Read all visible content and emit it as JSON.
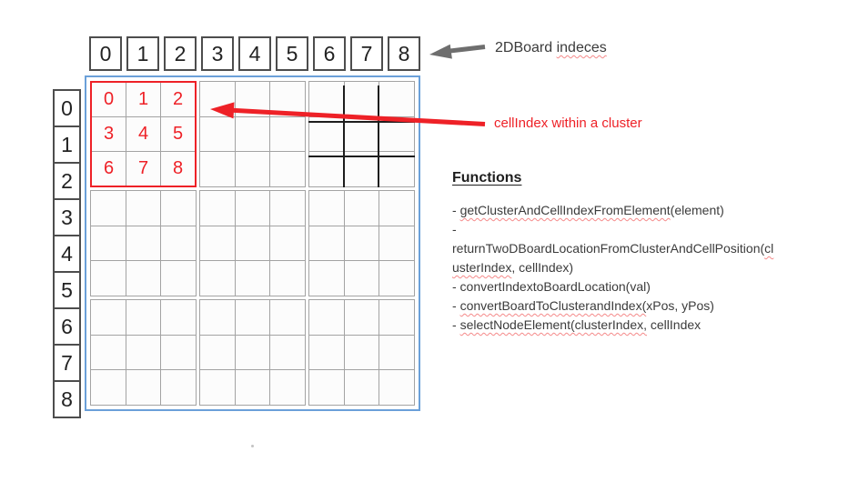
{
  "top_index_row": {
    "values": [
      "0",
      "1",
      "2",
      "3",
      "4",
      "5",
      "6",
      "7",
      "8"
    ]
  },
  "left_index_col": {
    "values": [
      "0",
      "1",
      "2",
      "3",
      "4",
      "5",
      "6",
      "7",
      "8"
    ]
  },
  "board": {
    "cell_index_values": [
      "0",
      "1",
      "2",
      "3",
      "4",
      "5",
      "6",
      "7",
      "8"
    ]
  },
  "labels": {
    "board_indices": {
      "segments": [
        {
          "text": "2DBoard "
        },
        {
          "text": "indeces",
          "squiggle": true
        }
      ]
    },
    "cell_index": "cellIndex within a cluster"
  },
  "functions_panel": {
    "heading": "Functions",
    "lines": [
      {
        "segments": [
          {
            "text": "- "
          },
          {
            "text": "getClusterAndCellIndexFromElement",
            "squiggle": true
          },
          {
            "text": "(element)"
          }
        ]
      },
      {
        "segments": [
          {
            "text": "-"
          }
        ]
      },
      {
        "segments": [
          {
            "text": "returnTwoDBoardLocationFromClusterAndCellPosition("
          },
          {
            "text": "cl",
            "squiggle": true
          }
        ]
      },
      {
        "segments": [
          {
            "text": "usterIndex",
            "squiggle": true
          },
          {
            "text": ", cellIndex)"
          }
        ]
      },
      {
        "segments": [
          {
            "text": "- convertIndextoBoardLocation(val)"
          }
        ]
      },
      {
        "segments": [
          {
            "text": "- "
          },
          {
            "text": "convertBoardToClusterandIndex(",
            "squiggle": true
          },
          {
            "text": "xPos, yPos)"
          }
        ]
      },
      {
        "segments": [
          {
            "text": "- "
          },
          {
            "text": "selectNodeElement(clusterIndex,",
            "squiggle": true
          },
          {
            "text": " cellIndex"
          }
        ]
      }
    ]
  },
  "colors": {
    "accent_red": "#ee2127",
    "board_border_blue": "#6ba0d9",
    "grid_line_gray": "#a3a3a3",
    "hash_black": "#1d1d1d",
    "arrow_gray": "#6e6e6e"
  }
}
